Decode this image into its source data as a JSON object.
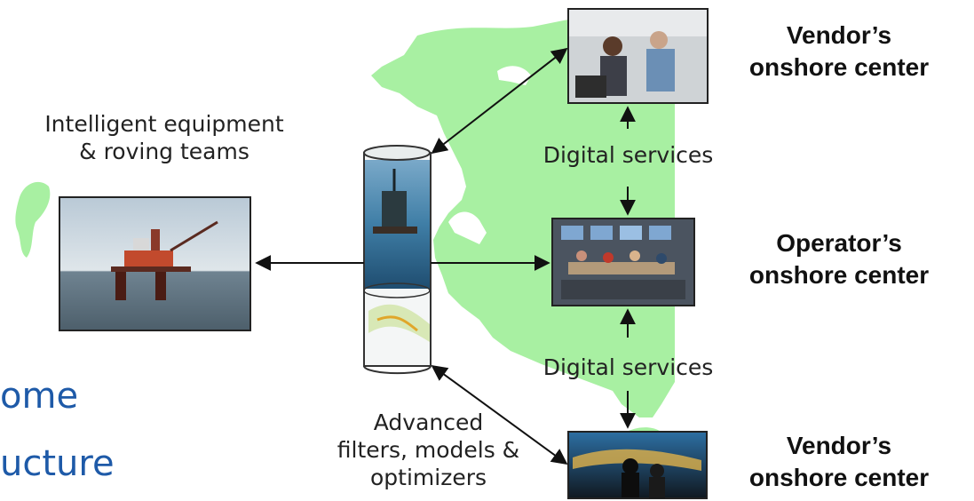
{
  "labels": {
    "equipment_line1": "Intelligent equipment",
    "equipment_line2": "& roving teams",
    "digital_services_top": "Digital services",
    "digital_services_bottom": "Digital services",
    "advanced_line1": "Advanced",
    "advanced_line2": "filters, models &",
    "advanced_line3": "optimizers",
    "vendor_top_line1": "Vendor’s",
    "vendor_top_line2": "onshore center",
    "operator_line1": "Operator’s",
    "operator_line2": "onshore center",
    "vendor_bottom_line1": "Vendor’s",
    "vendor_bottom_line2": "onshore center"
  },
  "title_fragment": {
    "line1": "ome",
    "line2": "ucture"
  },
  "colors": {
    "map_green": "#a8f0a2",
    "arrow": "#111111",
    "title_blue": "#1e5aa8",
    "cylinder_border": "#333333"
  },
  "icons": {
    "map": "norway-coastline-map",
    "cylinder": "data-store-cylinder",
    "photos": [
      "offshore-platform-photo",
      "vendor-center-photo",
      "operator-center-photo",
      "vendor-center-photo-2"
    ]
  }
}
